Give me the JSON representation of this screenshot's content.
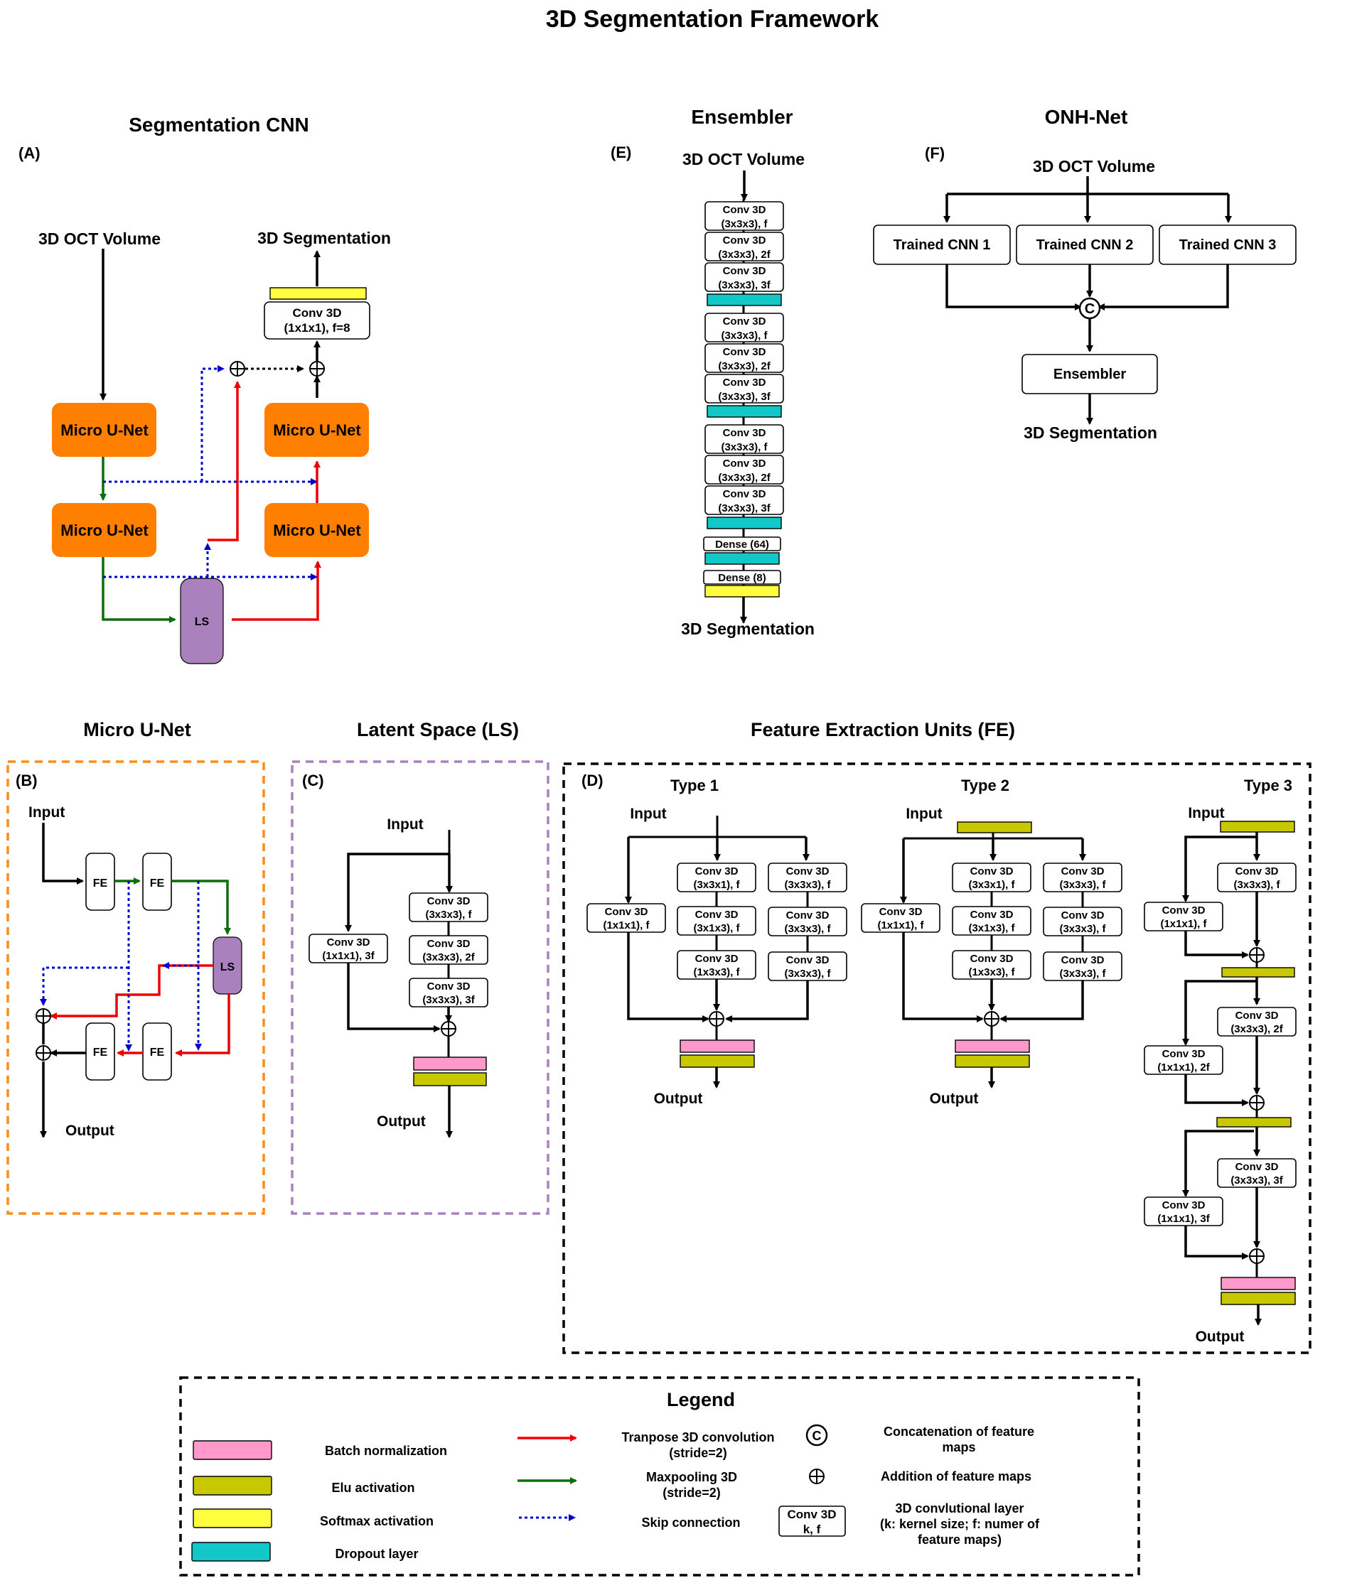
{
  "title": "3D Segmentation Framework",
  "sections": {
    "seg_cnn": "Segmentation CNN",
    "ensembler": "Ensembler",
    "onh_net": "ONH-Net",
    "micro_unet": "Micro U-Net",
    "latent_space": "Latent Space (LS)",
    "fe_units": "Feature Extraction Units (FE)"
  },
  "panels": {
    "a": "(A)",
    "b": "(B)",
    "c": "(C)",
    "d": "(D)",
    "e": "(E)",
    "f": "(F)"
  },
  "seg_cnn": {
    "input": "3D OCT Volume",
    "output": "3D Segmentation",
    "block": "Micro U-Net",
    "final_conv_l1": "Conv 3D",
    "final_conv_l2": "(1x1x1), f=8",
    "ls": "LS"
  },
  "ensembler": {
    "input": "3D OCT Volume",
    "output": "3D Segmentation",
    "conv": "Conv 3D",
    "k1": "(3x3x3), f",
    "k2": "(3x3x3), 2f",
    "k3": "(3x3x3), 3f",
    "dense1": "Dense (64)",
    "dense2": "Dense (8)"
  },
  "onh": {
    "input": "3D OCT Volume",
    "cnn1": "Trained CNN 1",
    "cnn2": "Trained CNN 2",
    "cnn3": "Trained CNN 3",
    "concat": "C",
    "ensembler": "Ensembler",
    "output": "3D Segmentation"
  },
  "micro": {
    "input": "Input",
    "output": "Output",
    "fe": "FE",
    "ls": "LS"
  },
  "ls_panel": {
    "input": "Input",
    "output": "Output",
    "conv": "Conv 3D",
    "side": "(1x1x1), 3f",
    "k1": "(3x3x3), f",
    "k2": "(3x3x3), 2f",
    "k3": "(3x3x3), 3f"
  },
  "fe_panel": {
    "type1": "Type 1",
    "type2": "Type 2",
    "type3": "Type 3",
    "input": "Input",
    "output": "Output",
    "conv": "Conv 3D",
    "k111f": "(1x1x1), f",
    "k331f": "(3x3x1), f",
    "k313f": "(3x1x3), f",
    "k133f": "(1x3x3), f",
    "k333f": "(3x3x3), f",
    "k333_2f": "(3x3x3), 2f",
    "k111_2f": "(1x1x1), 2f",
    "k333_3f": "(3x3x3), 3f",
    "k111_3f": "(1x1x1), 3f"
  },
  "legend": {
    "title": "Legend",
    "batch_norm": "Batch normalization",
    "elu": "Elu activation",
    "softmax": "Softmax activation",
    "dropout": "Dropout layer",
    "tconv_l1": "Tranpose 3D convolution",
    "tconv_l2": "(stride=2)",
    "maxpool_l1": "Maxpooling 3D",
    "maxpool_l2": "(stride=2)",
    "skip": "Skip connection",
    "concat_l1": "Concatenation of feature",
    "concat_l2": "maps",
    "add": "Addition of feature maps",
    "conv_box_l1": "Conv 3D",
    "conv_box_l2": "k, f",
    "conv_desc_l1": "3D convlutional layer",
    "conv_desc_l2": "(k: kernel size; f: numer of",
    "conv_desc_l3": "feature maps)"
  },
  "colors": {
    "batch_norm": "#ff99cc",
    "elu": "#c8c800",
    "softmax": "#ffff40",
    "dropout": "#11c7c7",
    "micro_unet": "#ff8000",
    "latent_space": "#a982bd",
    "transpose_conv": "#ee0000",
    "maxpool": "#0a6e0a",
    "skip": "#0000cc"
  }
}
